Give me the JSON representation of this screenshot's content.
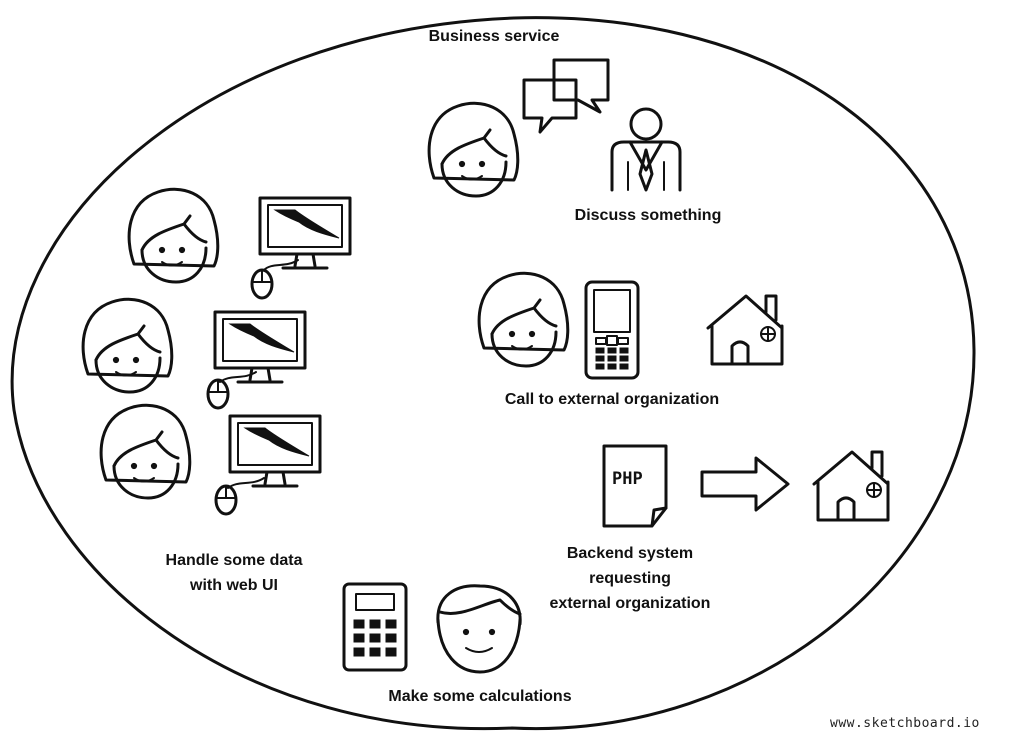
{
  "diagram": {
    "title": "Business service",
    "groups": [
      {
        "id": "discuss",
        "label": "Discuss something",
        "icons": [
          "woman-face-icon",
          "speech-bubbles-icon",
          "businessman-icon"
        ]
      },
      {
        "id": "call",
        "label": "Call to external organization",
        "icons": [
          "woman-face-icon",
          "mobile-phone-icon",
          "house-icon"
        ]
      },
      {
        "id": "backend",
        "label_lines": [
          "Backend system",
          "requesting",
          "external organization"
        ],
        "icons": [
          "php-file-icon",
          "arrow-right-icon",
          "house-icon"
        ],
        "file_text": "PHP"
      },
      {
        "id": "webui",
        "label_lines": [
          "Handle some data",
          "with web UI"
        ],
        "icons": [
          "woman-face-icon",
          "computer-monitor-icon",
          "computer-mouse-icon"
        ]
      },
      {
        "id": "calc",
        "label": "Make some calculations",
        "icons": [
          "calculator-icon",
          "man-face-icon"
        ]
      }
    ],
    "watermark": "www.sketchboard.io"
  }
}
